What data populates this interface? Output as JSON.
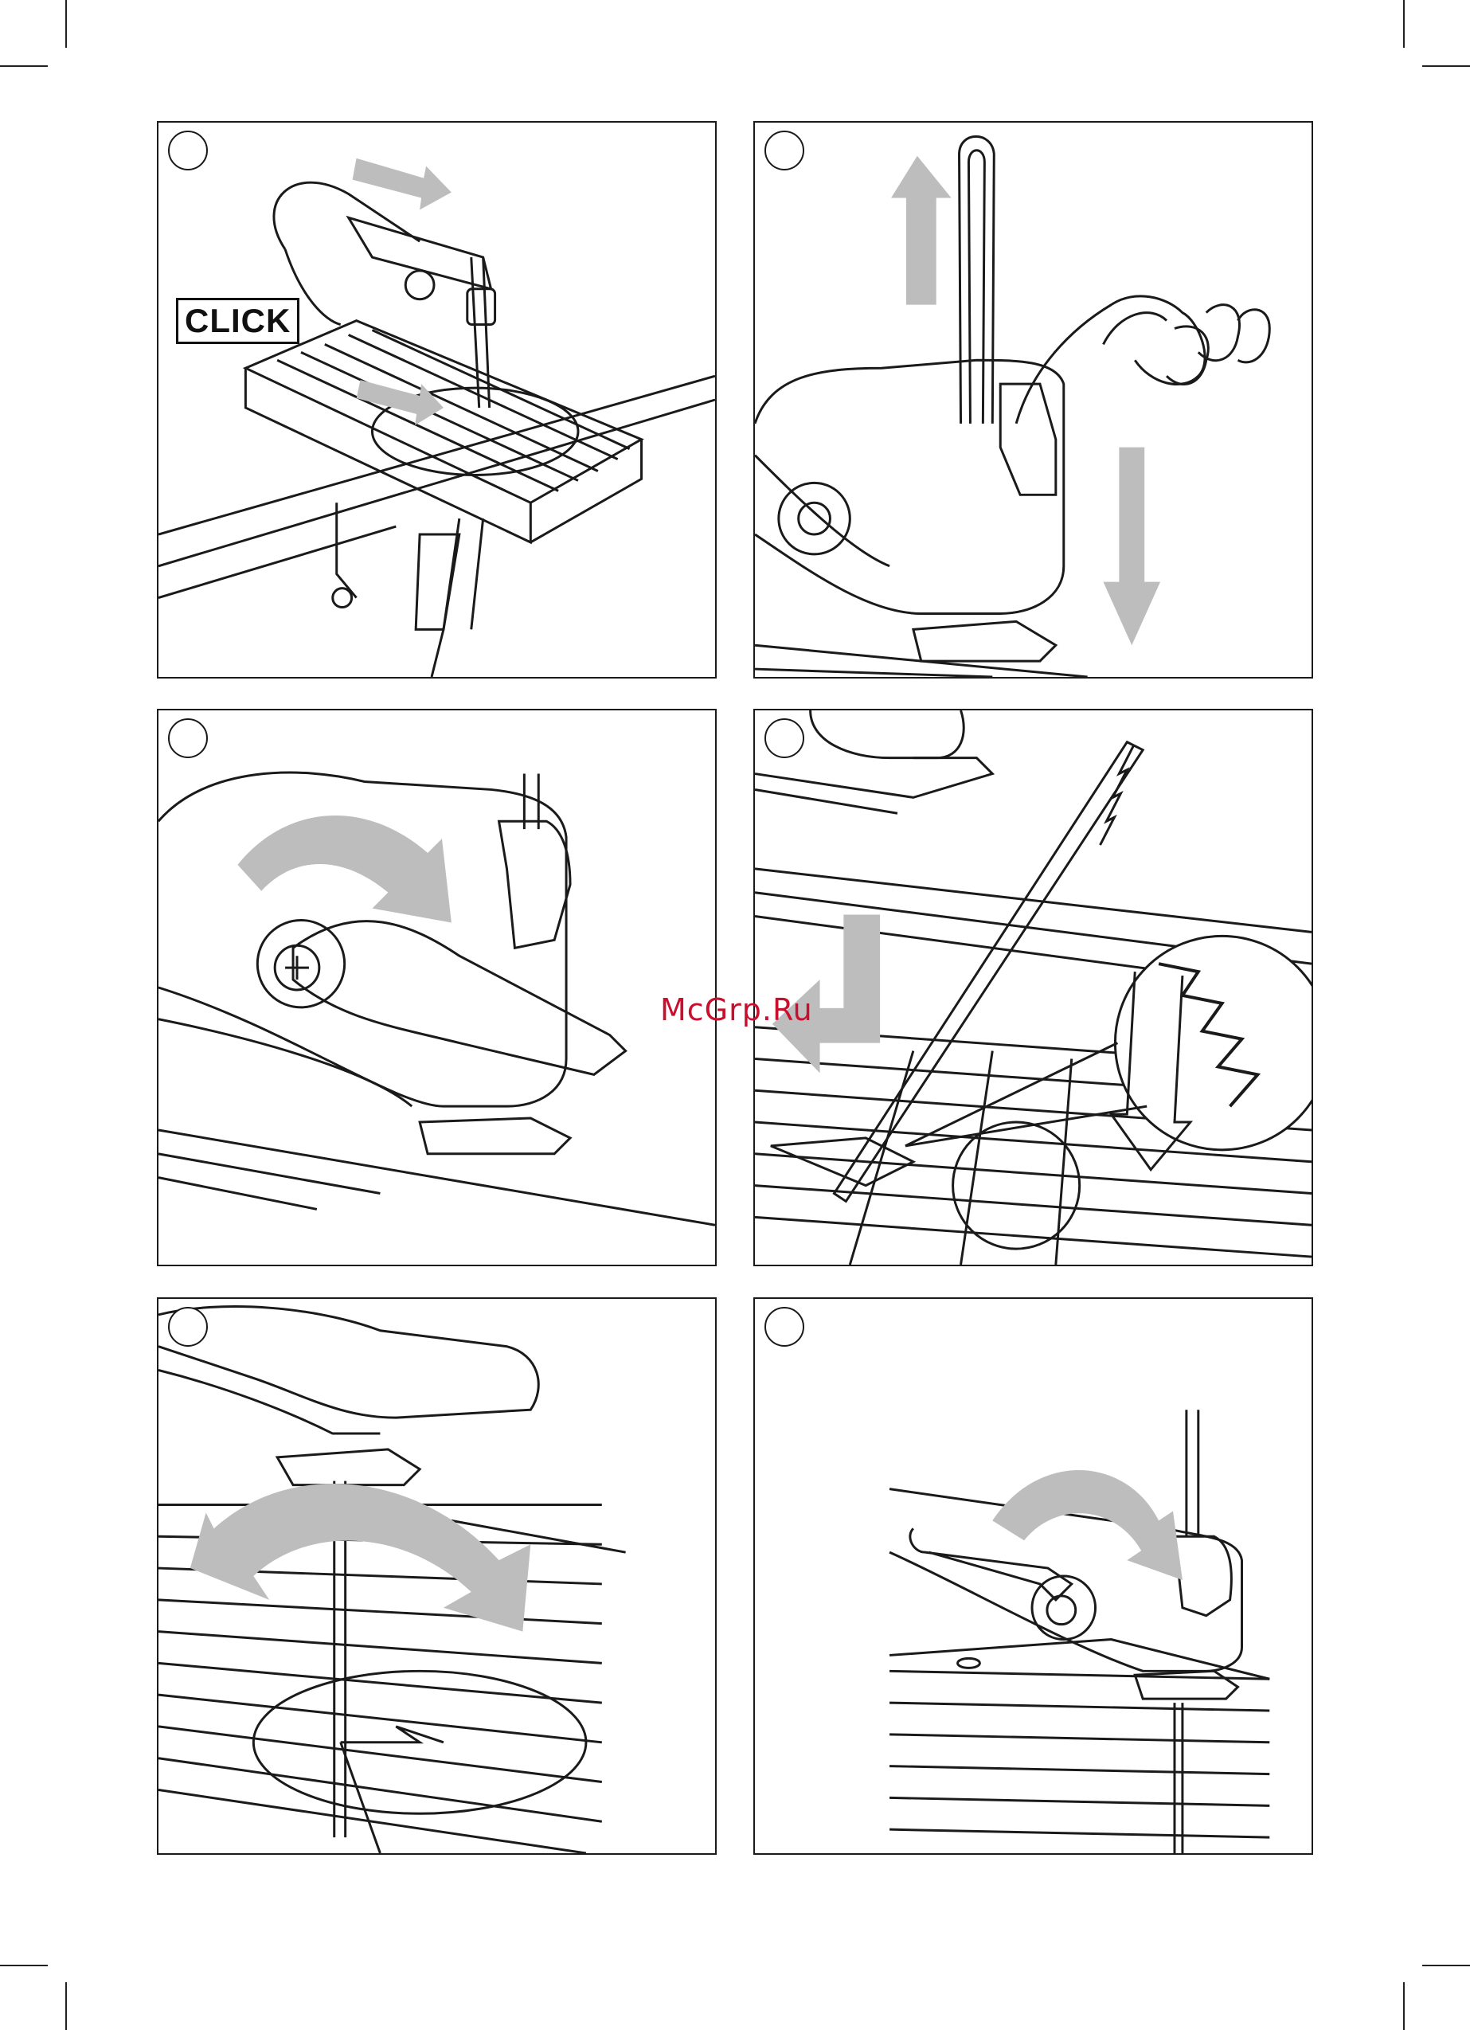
{
  "panel_1": {
    "callout": "CLICK"
  },
  "watermark": "McGrp.Ru",
  "colors": {
    "arrow": "#bdbdbd",
    "line": "#1a1a1a",
    "watermark": "#c8102e"
  },
  "icons": [
    "step-number-circle",
    "direction-arrow",
    "rotation-arrow",
    "saw-blade",
    "hand"
  ]
}
